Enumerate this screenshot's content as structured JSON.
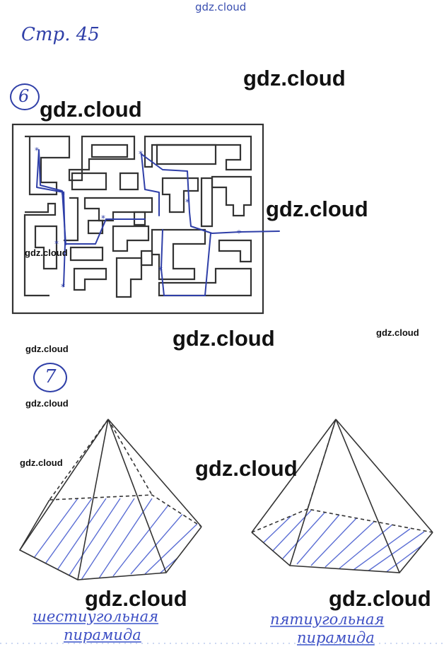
{
  "page": {
    "header_note": "Стр. 45",
    "top_watermark": "gdz.cloud"
  },
  "watermarks": {
    "w1": "gdz.cloud",
    "w2": "gdz.cloud",
    "w3": "gdz.cloud",
    "w4": "gdz.cloud",
    "w5": "gdz.cloud",
    "w6": "gdz.cloud",
    "w7": "gdz.cloud",
    "w8": "gdz.cloud",
    "w9": "gdz.cloud",
    "w10": "gdz.cloud",
    "w11": "gdz.cloud",
    "w12": "gdz.cloud"
  },
  "task6": {
    "number": "6"
  },
  "task7": {
    "number": "7",
    "left_caption_line1": "шестиугольная",
    "left_caption_line2": "пирамида",
    "right_caption_line1": "пятиугольная",
    "right_caption_line2": "пирамида"
  },
  "colors": {
    "ink": "#2f3fa8",
    "pencil": "#333333",
    "hatch": "#4a5fd0"
  }
}
